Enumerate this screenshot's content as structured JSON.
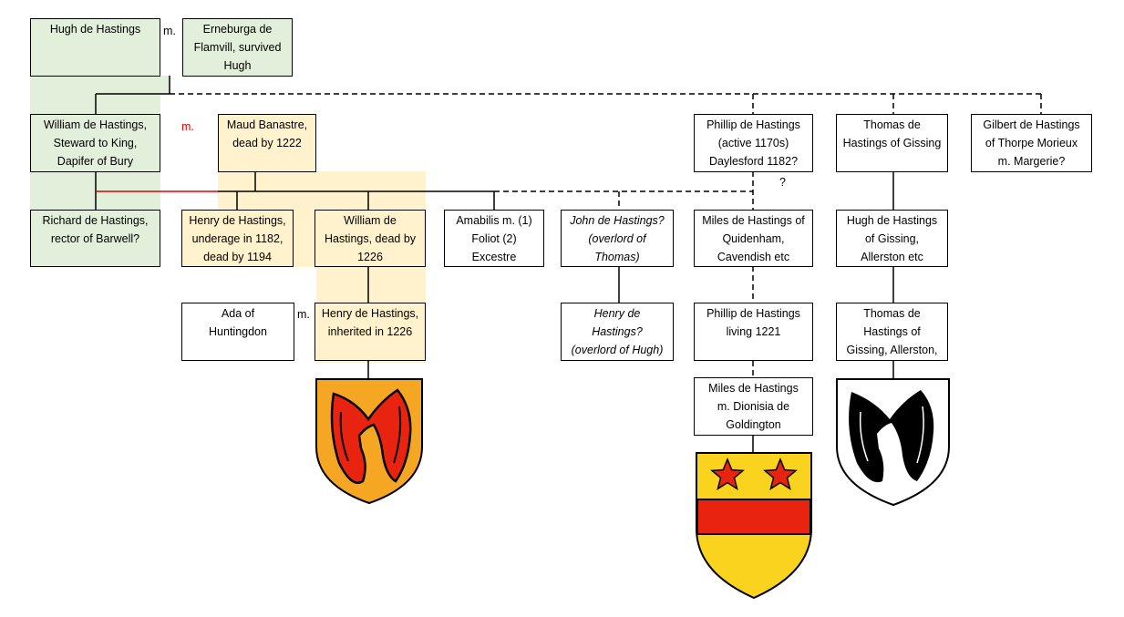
{
  "people": {
    "hugh": "Hugh de Hastings",
    "erneburga": "Erneburga de\nFlamvill, survived\nHugh",
    "william1": "William de Hastings,\nSteward to King,\nDapifer of Bury",
    "maud": "Maud Banastre,\ndead by 1222",
    "phillip1": "Phillip de Hastings\n(active 1170s)\nDaylesford 1182?",
    "thomas1": "Thomas de\nHastings of Gissing",
    "gilbert": "Gilbert de Hastings\nof Thorpe Morieux\nm. Margerie?",
    "richard": "Richard de Hastings,\nrector of Barwell?",
    "henry1": "Henry de Hastings,\nunderage in 1182,\ndead by 1194",
    "william2": "William de\nHastings, dead by\n1226",
    "amabilis": "Amabilis m. (1)\nFoliot (2)\nExcestre",
    "john": "John de Hastings?\n(overlord of\nThomas)",
    "miles1": "Miles de Hastings of\nQuidenham,\nCavendish etc",
    "hugh2": "Hugh de Hastings\nof Gissing,\nAllerston etc",
    "ada": "Ada of\nHuntingdon",
    "henry2": "Henry de Hastings,\ninherited in 1226",
    "henry3": "Henry de\nHastings?\n(overlord of Hugh)",
    "phillip2": "Phillip de Hastings\nliving 1221",
    "thomas2": "Thomas de\nHastings of\nGissing, Allerston,",
    "miles2": "Miles de Hastings\nm. Dionisia de\nGoldington"
  },
  "labels": {
    "marriage_1": "m.",
    "marriage_2": "m.",
    "marriage_3": "m.",
    "uncertain": "?"
  },
  "colors": {
    "line": "#000000",
    "marriage_line": "#e00000",
    "marriage_label": "#e00000",
    "green_shade": "#e2efda",
    "cream_shade": "#fff2cc",
    "arms_orange": "#f5a623",
    "arms_red": "#e8230f",
    "arms_yellow": "#fad31e",
    "arms_black": "#000000"
  },
  "coats_of_arms": [
    {
      "name": "henry-arms",
      "field": "orange",
      "charge": "red maunch"
    },
    {
      "name": "miles-arms",
      "field": "yellow",
      "charge": "red fess, two red mullets in chief"
    },
    {
      "name": "thomas-arms",
      "field": "white",
      "charge": "black maunch"
    }
  ]
}
